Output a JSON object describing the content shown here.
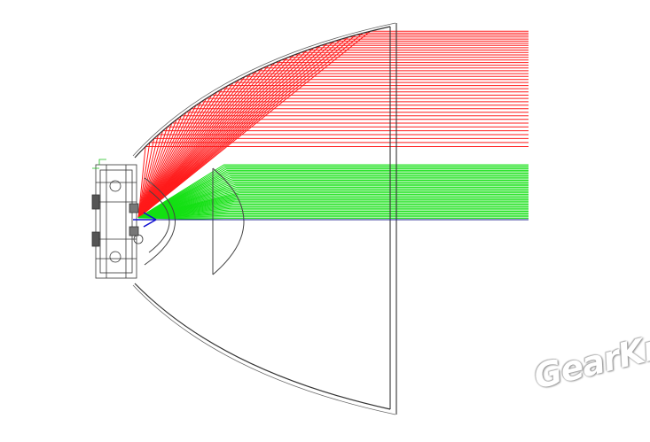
{
  "diagram": {
    "kind": "reflector-optics-ray-trace",
    "colors": {
      "reflected_rays": "#ff1a1a",
      "lens_rays": "#13e013",
      "outline": "#222222",
      "optical_axis": "#1a1a8a",
      "led_marker": "#1010d0"
    },
    "reflected_ray_count": 40,
    "lens_ray_count": 40
  },
  "watermark": {
    "text": "GearKr"
  }
}
